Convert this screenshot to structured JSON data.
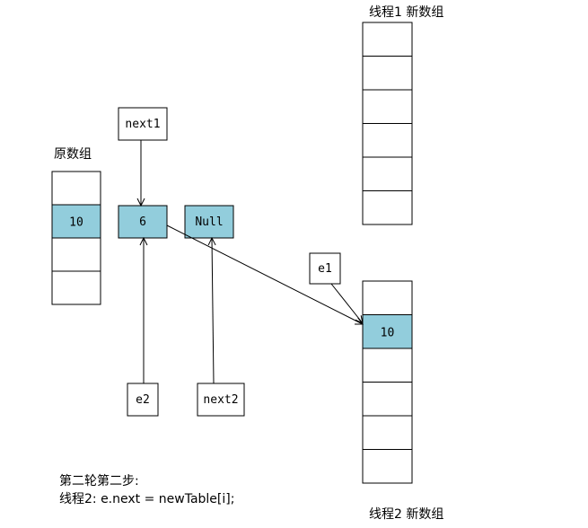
{
  "labels": {
    "original_array": "原数组",
    "thread1_array": "线程1 新数组",
    "thread2_array": "线程2 新数组"
  },
  "original_array": {
    "cells": [
      "",
      "10",
      "",
      ""
    ],
    "highlight": [
      false,
      true,
      false,
      false
    ]
  },
  "thread1_array": {
    "cells": [
      "",
      "",
      "",
      "",
      "",
      ""
    ],
    "highlight": [
      false,
      false,
      false,
      false,
      false,
      false
    ]
  },
  "thread2_array": {
    "cells": [
      "",
      "10",
      "",
      "",
      "",
      ""
    ],
    "highlight": [
      false,
      true,
      false,
      false,
      false,
      false
    ]
  },
  "nodes": {
    "node_6": "6",
    "node_null": "Null"
  },
  "pointers": {
    "next1": "next1",
    "e1": "e1",
    "e2": "e2",
    "next2": "next2"
  },
  "caption": {
    "line1": "第二轮第二步:",
    "line2": "线程2: e.next = newTable[i];"
  },
  "colors": {
    "highlight": "#92cddc",
    "stroke": "#000000"
  }
}
